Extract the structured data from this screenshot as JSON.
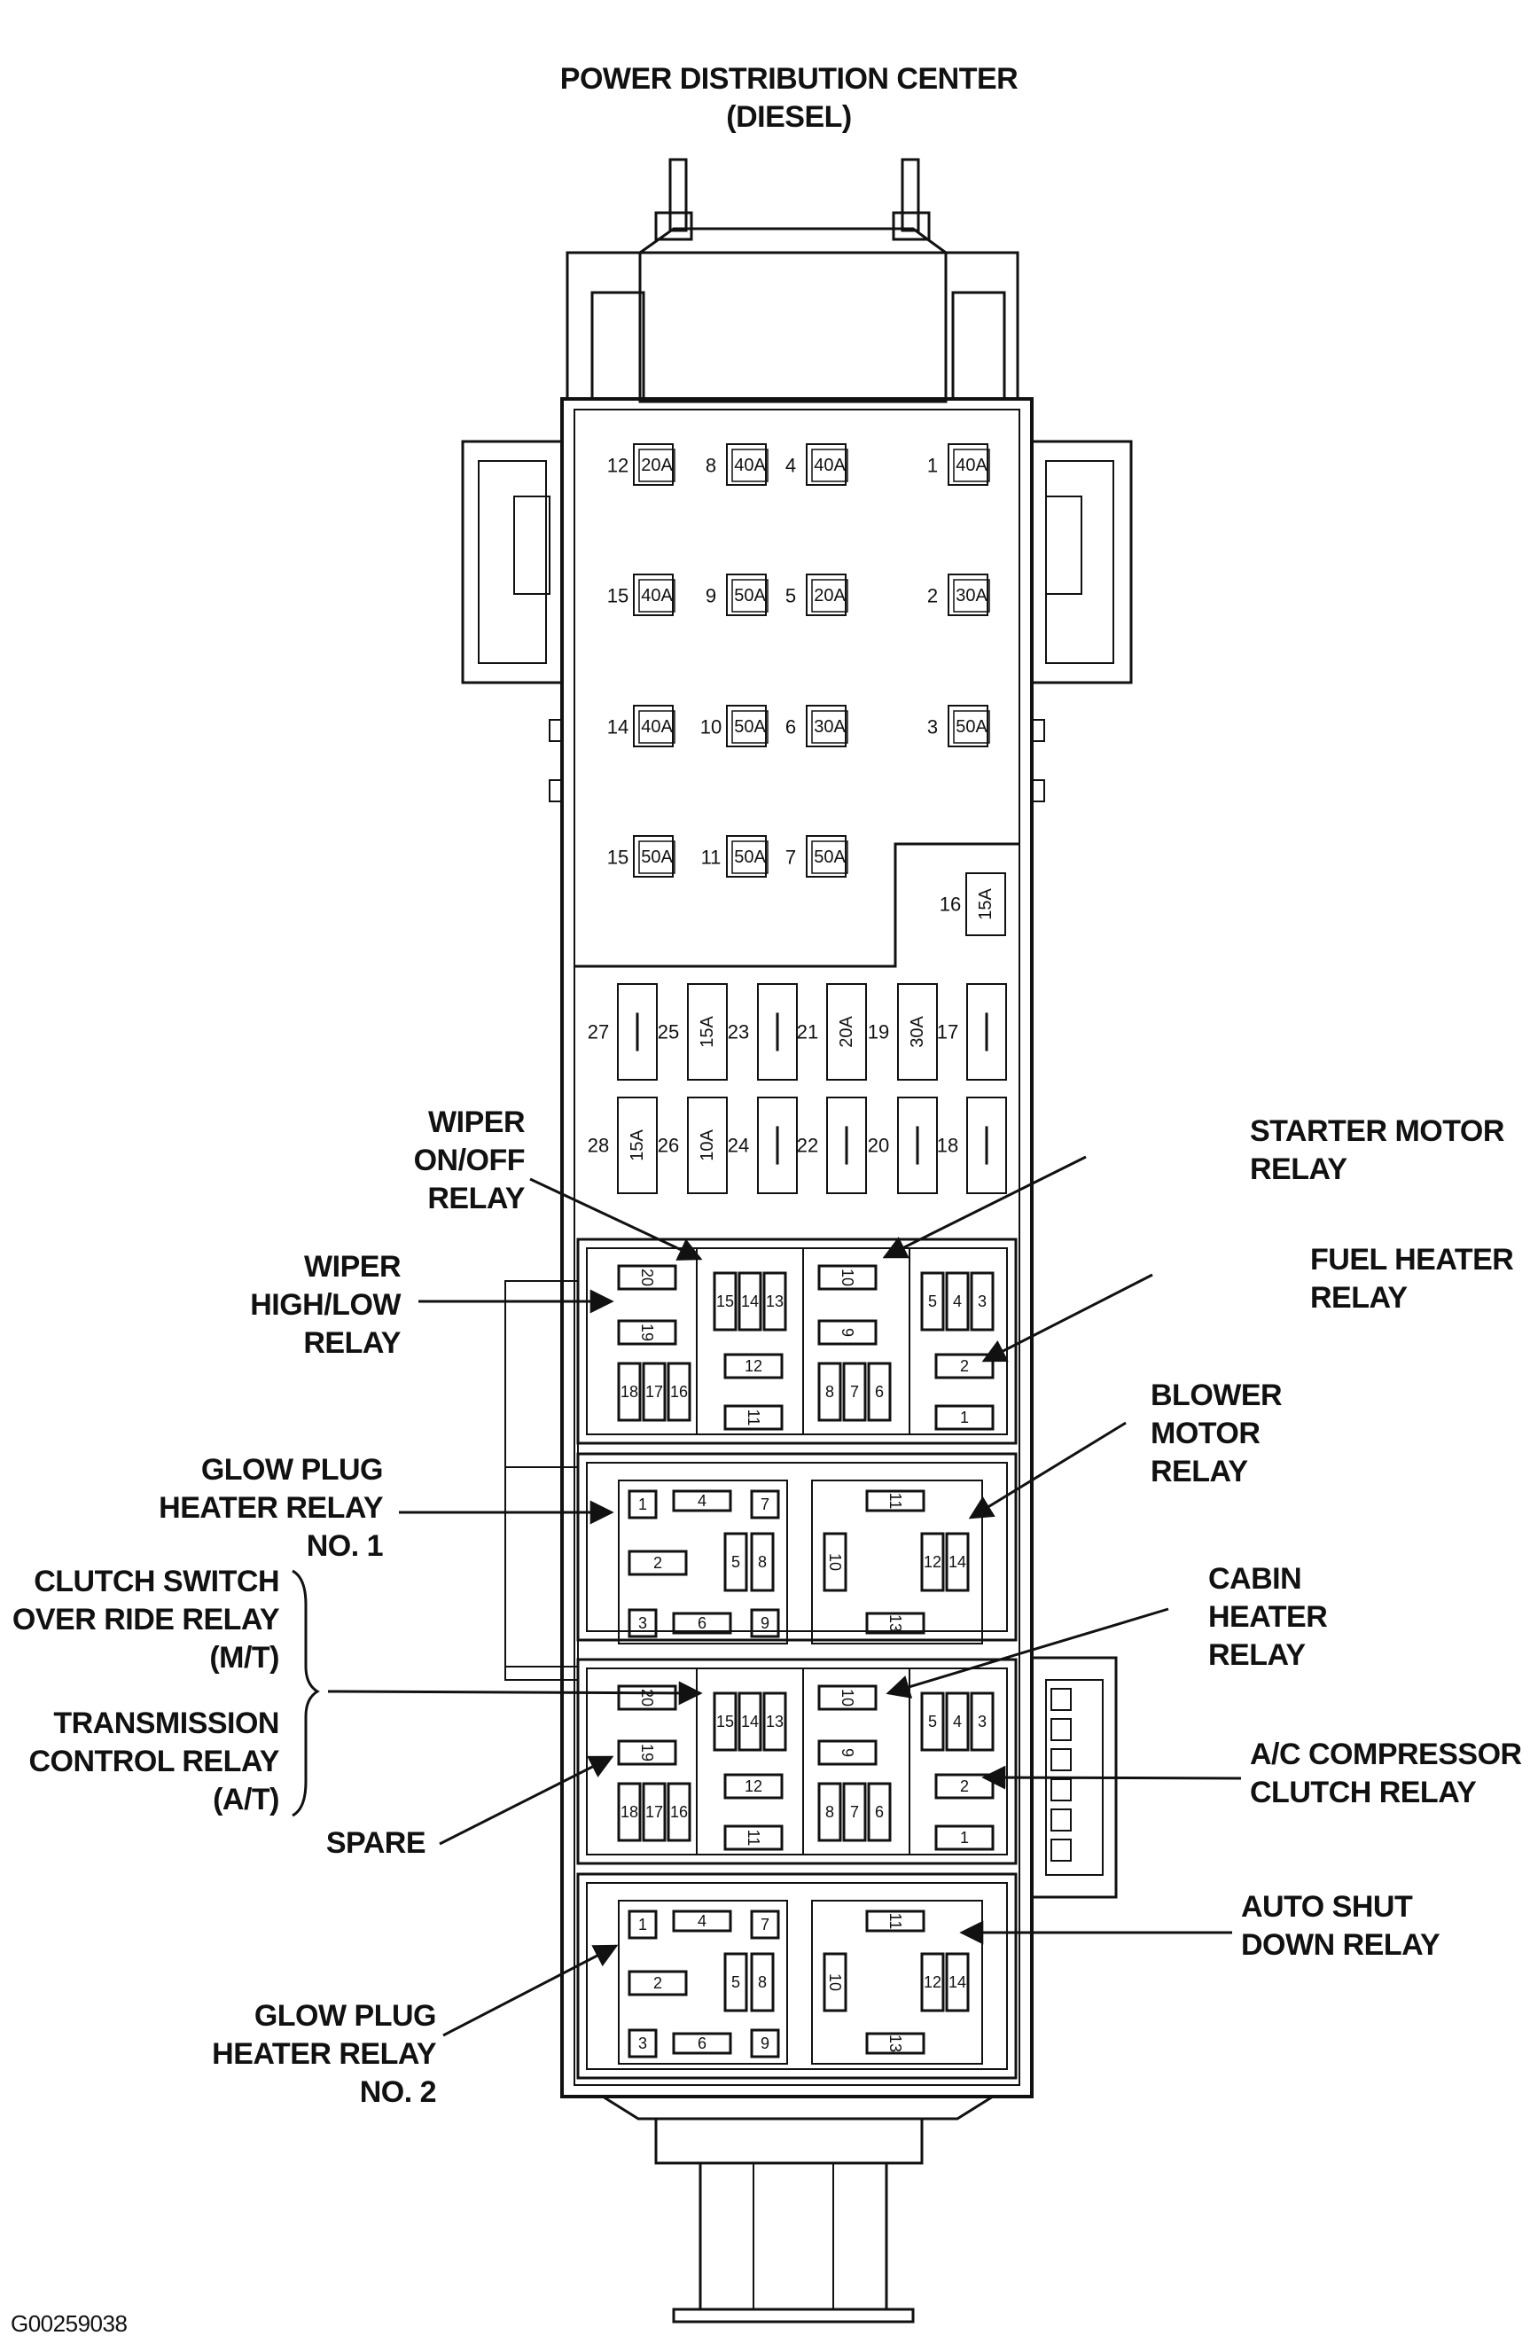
{
  "title_line1": "POWER DISTRIBUTION CENTER",
  "title_line2": "(DIESEL)",
  "figure_code": "G00259038",
  "fuse_grid": [
    [
      {
        "n": "12",
        "a": "20A"
      },
      {
        "n": "8",
        "a": "40A"
      },
      {
        "n": "4",
        "a": "40A"
      },
      {
        "n": "1",
        "a": "40A"
      }
    ],
    [
      {
        "n": "15",
        "a": "40A"
      },
      {
        "n": "9",
        "a": "50A"
      },
      {
        "n": "5",
        "a": "20A"
      },
      {
        "n": "2",
        "a": "30A"
      }
    ],
    [
      {
        "n": "14",
        "a": "40A"
      },
      {
        "n": "10",
        "a": "50A"
      },
      {
        "n": "6",
        "a": "30A"
      },
      {
        "n": "3",
        "a": "50A"
      }
    ],
    [
      {
        "n": "15",
        "a": "50A"
      },
      {
        "n": "11",
        "a": "50A"
      },
      {
        "n": "7",
        "a": "50A"
      }
    ]
  ],
  "fuse_16": {
    "n": "16",
    "a": "15A"
  },
  "minifuse_row1": [
    {
      "n": "27",
      "a": ""
    },
    {
      "n": "25",
      "a": "15A"
    },
    {
      "n": "23",
      "a": ""
    },
    {
      "n": "21",
      "a": "20A"
    },
    {
      "n": "19",
      "a": "30A"
    },
    {
      "n": "17",
      "a": ""
    }
  ],
  "minifuse_row2": [
    {
      "n": "28",
      "a": "15A"
    },
    {
      "n": "26",
      "a": "10A"
    },
    {
      "n": "24",
      "a": ""
    },
    {
      "n": "22",
      "a": ""
    },
    {
      "n": "20",
      "a": ""
    },
    {
      "n": "18",
      "a": ""
    }
  ],
  "relay_type_a_pins": [
    "20",
    "19",
    "18",
    "17",
    "16",
    "15",
    "14",
    "13",
    "12",
    "11",
    "10",
    "9",
    "8",
    "7",
    "6",
    "5",
    "4",
    "3",
    "2",
    "1"
  ],
  "relay_type_b_pins": [
    "1",
    "4",
    "7",
    "2",
    "5",
    "8",
    "3",
    "6",
    "9",
    "11",
    "10",
    "12",
    "14",
    "13"
  ],
  "labels": {
    "wiper_onoff": [
      "WIPER",
      "ON/OFF",
      "RELAY"
    ],
    "wiper_highlow": [
      "WIPER",
      "HIGH/LOW",
      "RELAY"
    ],
    "starter_motor": [
      "STARTER MOTOR",
      "RELAY"
    ],
    "fuel_heater": [
      "FUEL HEATER",
      "RELAY"
    ],
    "glow_plug_1": [
      "GLOW PLUG",
      "HEATER RELAY",
      "NO. 1"
    ],
    "blower_motor": [
      "BLOWER",
      "MOTOR",
      "RELAY"
    ],
    "clutch_switch": [
      "CLUTCH SWITCH",
      "OVER RIDE RELAY",
      "(M/T)"
    ],
    "transmission": [
      "TRANSMISSION",
      "CONTROL RELAY",
      "(A/T)"
    ],
    "cabin_heater": [
      "CABIN",
      "HEATER",
      "RELAY"
    ],
    "spare": [
      "SPARE"
    ],
    "ac_compressor": [
      "A/C COMPRESSOR",
      "CLUTCH RELAY"
    ],
    "auto_shutdown": [
      "AUTO SHUT",
      "DOWN RELAY"
    ],
    "glow_plug_2": [
      "GLOW PLUG",
      "HEATER RELAY",
      "NO. 2"
    ]
  }
}
